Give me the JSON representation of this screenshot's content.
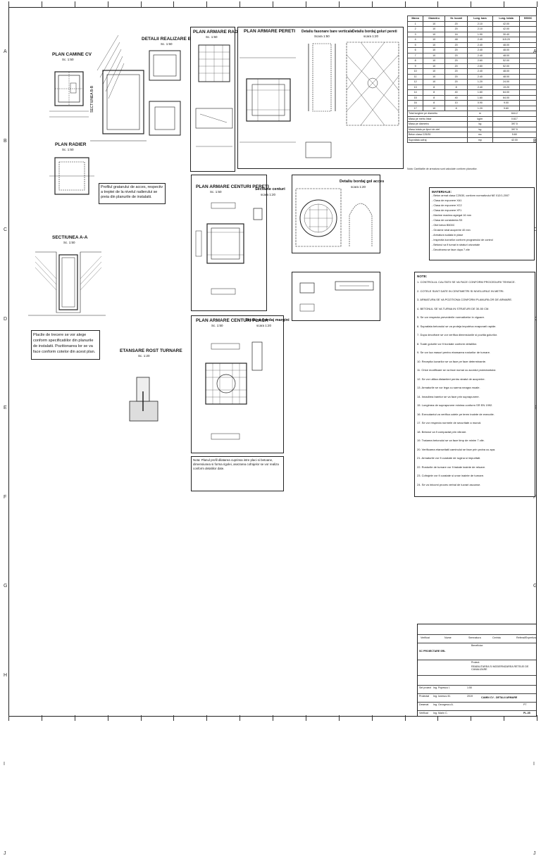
{
  "rows": [
    "A",
    "B",
    "C",
    "D",
    "E",
    "F",
    "G",
    "H",
    "I",
    "J"
  ],
  "views": {
    "plan_camine": {
      "title": "PLAN CAMINE CV",
      "scale": "Sc. 1:50"
    },
    "sectiunea_bb": {
      "title": "SECTIUNEA B-B"
    },
    "detalii_baza": {
      "title": "DETALII REALIZARE BASA",
      "scale": "Sc. 1:50"
    },
    "plan_radier": {
      "title": "PLAN RADIER",
      "scale": "Sc. 1:50"
    },
    "protectie_note": "Profilul gratarului de acces, respectiv a treptei de la nivelul radierului se preia din planurile de instalatii.",
    "sectiunea_aa": {
      "title": "SECTIUNEA A-A",
      "scale": "Sc. 1:50"
    },
    "scari_note": "Placile de trecere se vor alege conform specificatiilor din planurile de instalatii. Pozitionarea lor se va face conform cotelor din acest plan.",
    "etansare": {
      "title": "ETANSARE ROST TURNARE",
      "scale": "Sc. 1:20"
    },
    "armare_radier": {
      "title": "PLAN ARMARE RADIER",
      "scale": "Sc. 1:50"
    },
    "armare_pereti": {
      "title": "PLAN ARMARE PERETI"
    },
    "detaliu_fasonare": {
      "title": "Detaliu fasonare bare verticale",
      "scale": "Scara 1:50"
    },
    "detaliu_bordaj": {
      "title": "Detaliu bordaj goluri pereti",
      "scale": "scara 1:20"
    },
    "armare_centuri": {
      "title": "PLAN ARMARE CENTURI PERETI",
      "scale": "Sc. 1:50"
    },
    "sectiune_centuri": {
      "title": "Sectiune centuri",
      "scale": "scara 1:20"
    },
    "bordaj_gol_acces": {
      "title": "Detaliu bordaj gol acces",
      "scale": "scara 1:20"
    },
    "armare_placa": {
      "title": "PLAN ARMARE CENTURI PLACA",
      "scale": "Sc. 1:50"
    },
    "sectiune_bordaj_margini": {
      "title": "Sectiune bordaj margini",
      "scale": "scara 1:20"
    },
    "nota_placa": "Nota: Planul profil dilatarea cuprinsa intre placi si betoane, dimensiunea si forma rigolei, asezarea cofrajelor se vor realiza conform detaliilor date.",
    "materiale_title": "MATERIALE:",
    "materiale_lines": [
      "- Beton armat clasa C25/30, conform normativului NE 012/1-2007",
      "- Clasa de expunere XA1",
      "- Clasa de expunere XC2",
      "- Clasa de expunere XF1",
      "- Marime maxima agregat 16 mm",
      "- Clasa de consistenta S3",
      "- Otel beton B500C",
      "- Grosime strat acoperire 40 mm",
      "- Armatura sudata in plase",
      "- Inspectia lucrarilor conform programului de control",
      "- Betonul va fi turnat in straturi orizontale",
      "- Decofrarea se face dupa 7 zile"
    ],
    "note_title": "NOTE:",
    "note_lines": [
      "1. CONTROLUL CALITATII SE VA FACE CONFORM PROCEDURII TEHNICE.",
      "2. COTELE SUNT DATE IN CENTIMETRI SI NIVELURILE IN METRI.",
      "3. ARMATURA SE VA POZITIONA CONFORM PLANURILOR DE ARMARE.",
      "4. BETONUL SE VA TURNA IN STRATURI DE 30-50 CM.",
      "5. Se vor respecta prevederile normativelor in vigoare.",
      "6. Suprafata betonului se va proteja impotriva evaporarii rapide.",
      "7. Dupa decofrare se vor verifica dimensiunile si pozitia golurilor.",
      "8. Toate golurile vor fi bordate conform detaliilor.",
      "9. Se vor lua masuri pentru etansarea rosturilor de turnare.",
      "10. Receptia lucrarilor se va face pe faze determinante.",
      "11. Orice modificare se va face numai cu acordul proiectantului.",
      "12. Se vor utiliza distantieri pentru stratul de acoperire.",
      "13. Armaturile se vor lega cu sarma neagra moale.",
      "14. Innadirea barelor se va face prin suprapunere.",
      "15. Lungimea de suprapunere minima conform SR EN 1992.",
      "16. Executantul va verifica cotele pe teren inainte de executie.",
      "17. Se vor respecta normele de securitate a muncii.",
      "18. Betonul va fi compactat prin vibrare.",
      "19. Tratarea betonului se va face timp de minim 7 zile.",
      "20. Verificarea etanseitatii caminului se face prin proba cu apa.",
      "21. Armaturile vor fi curatate de rugina si impuritati.",
      "22. Rosturile de turnare vor fi tratate inainte de reluare.",
      "23. Cofrajele vor fi curatate si unse inainte de turnare.",
      "24. Se va intocmi proces verbal de lucrari ascunse."
    ],
    "schedule_header": [
      "Marca",
      "Diametru",
      "Nr. bucati",
      "Lung. bara",
      "Lung. totala",
      "B500C"
    ],
    "schedule_rows": [
      [
        "1",
        "10",
        "20",
        "2.10",
        "42.00"
      ],
      [
        "2",
        "10",
        "20",
        "2.10",
        "42.00"
      ],
      [
        "3",
        "10",
        "16",
        "1.90",
        "30.40"
      ],
      [
        "4",
        "10",
        "48",
        "2.40",
        "115.20"
      ],
      [
        "5",
        "10",
        "20",
        "2.40",
        "48.00"
      ],
      [
        "6",
        "10",
        "20",
        "2.40",
        "48.00"
      ],
      [
        "7",
        "10",
        "20",
        "2.40",
        "48.00"
      ],
      [
        "8",
        "10",
        "20",
        "2.60",
        "52.00"
      ],
      [
        "9",
        "10",
        "20",
        "2.60",
        "52.00"
      ],
      [
        "10",
        "10",
        "20",
        "2.40",
        "48.00"
      ],
      [
        "11",
        "10",
        "20",
        "2.40",
        "48.00"
      ],
      [
        "12",
        "10",
        "20",
        "1.20",
        "24.00"
      ],
      [
        "13",
        "8",
        "8",
        "2.40",
        "19.20"
      ],
      [
        "14",
        "8",
        "40",
        "1.60",
        "64.00"
      ],
      [
        "15",
        "8",
        "40",
        "1.60",
        "64.00"
      ],
      [
        "16",
        "8",
        "10",
        "0.90",
        "9.00"
      ],
      [
        "17",
        "10",
        "8",
        "1.20",
        "9.60"
      ]
    ],
    "schedule_totals": [
      [
        "Total lungime pe diametru",
        "m",
        "644.2"
      ],
      [
        "Masa pe metru liniar",
        "kg/m",
        "0.617"
      ],
      [
        "Masa pe diametru",
        "kg",
        "397.5"
      ],
      [
        "Masa totala pe tipuri de otel",
        "kg",
        "397.5"
      ],
      [
        "Beton clasa C25/30",
        "mc",
        "5.60"
      ],
      [
        "Suprafata cofraj",
        "mp",
        "42.00"
      ]
    ],
    "schedule_note": "Nota: Cantitatile de armatura sunt calculate conform planurilor."
  },
  "title_block": {
    "rows_top": [
      "Verificat",
      "Nume",
      "Semnatura",
      "Cerinta",
      "Referat/Expertiza"
    ],
    "company": "SC PROIECTARE SRL",
    "client_label": "Beneficiar:",
    "project_label": "Proiect:",
    "project_text": "REABILITAREA SI MODERNIZAREA RETELEI DE CANALIZARE",
    "people": [
      [
        "Sef proiect",
        "Ing. Popescu I."
      ],
      [
        "Proiectat",
        "Ing. Ionescu M."
      ],
      [
        "Desenat",
        "Ing. Georgescu A."
      ],
      [
        "Verificat",
        "Ing. Marin C."
      ]
    ],
    "scale": "1:50",
    "date": "2019",
    "drawing_title": "CAMIN CV - DETALII ARMARE",
    "drawing_no": "PL-05",
    "phase": "PT"
  }
}
